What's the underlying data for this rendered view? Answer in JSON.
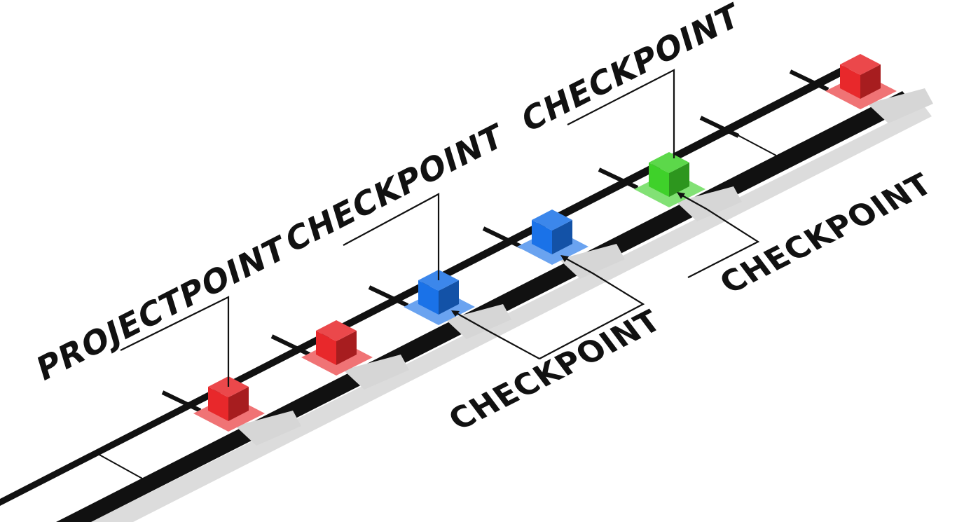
{
  "diagram": {
    "labels": [
      {
        "id": "projectpoint",
        "text": "PROJECTPOINT"
      },
      {
        "id": "checkpoint-upper-1",
        "text": "CHECKPOINT"
      },
      {
        "id": "checkpoint-upper-2",
        "text": "CHECKPOINT"
      },
      {
        "id": "checkpoint-lower-1",
        "text": "CHECKPOINT"
      },
      {
        "id": "checkpoint-lower-2",
        "text": "CHECKPOINT"
      }
    ],
    "markers": [
      {
        "id": "marker-1",
        "color": "#e8282b"
      },
      {
        "id": "marker-2",
        "color": "#e8282b"
      },
      {
        "id": "marker-3",
        "color": "#1a72e8"
      },
      {
        "id": "marker-4",
        "color": "#1a72e8"
      },
      {
        "id": "marker-5",
        "color": "#3fd12a"
      },
      {
        "id": "marker-6",
        "color": "#e8282b"
      }
    ]
  }
}
